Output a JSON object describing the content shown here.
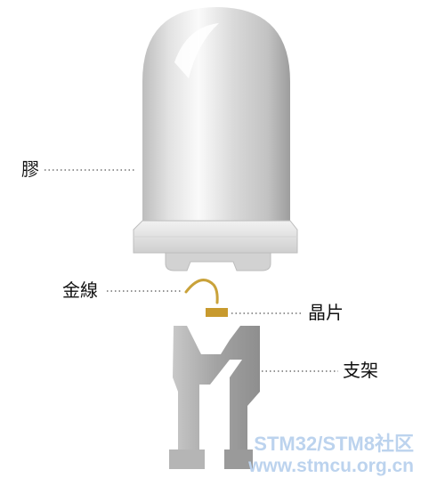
{
  "labels": {
    "glue": "膠",
    "gold_wire": "金線",
    "chip": "晶片",
    "frame": "支架"
  },
  "watermark": {
    "line1": "STM32/STM8社区",
    "line2": "www.stmcu.org.cn"
  },
  "colors": {
    "dome_light": "#f4f4f4",
    "dome_mid": "#d6d6d6",
    "dome_dark": "#a9a9a9",
    "wire": "#c9a23a",
    "chip": "#c89a2e",
    "frame": "#a6a6a6",
    "watermark": "#bcd3ee"
  }
}
